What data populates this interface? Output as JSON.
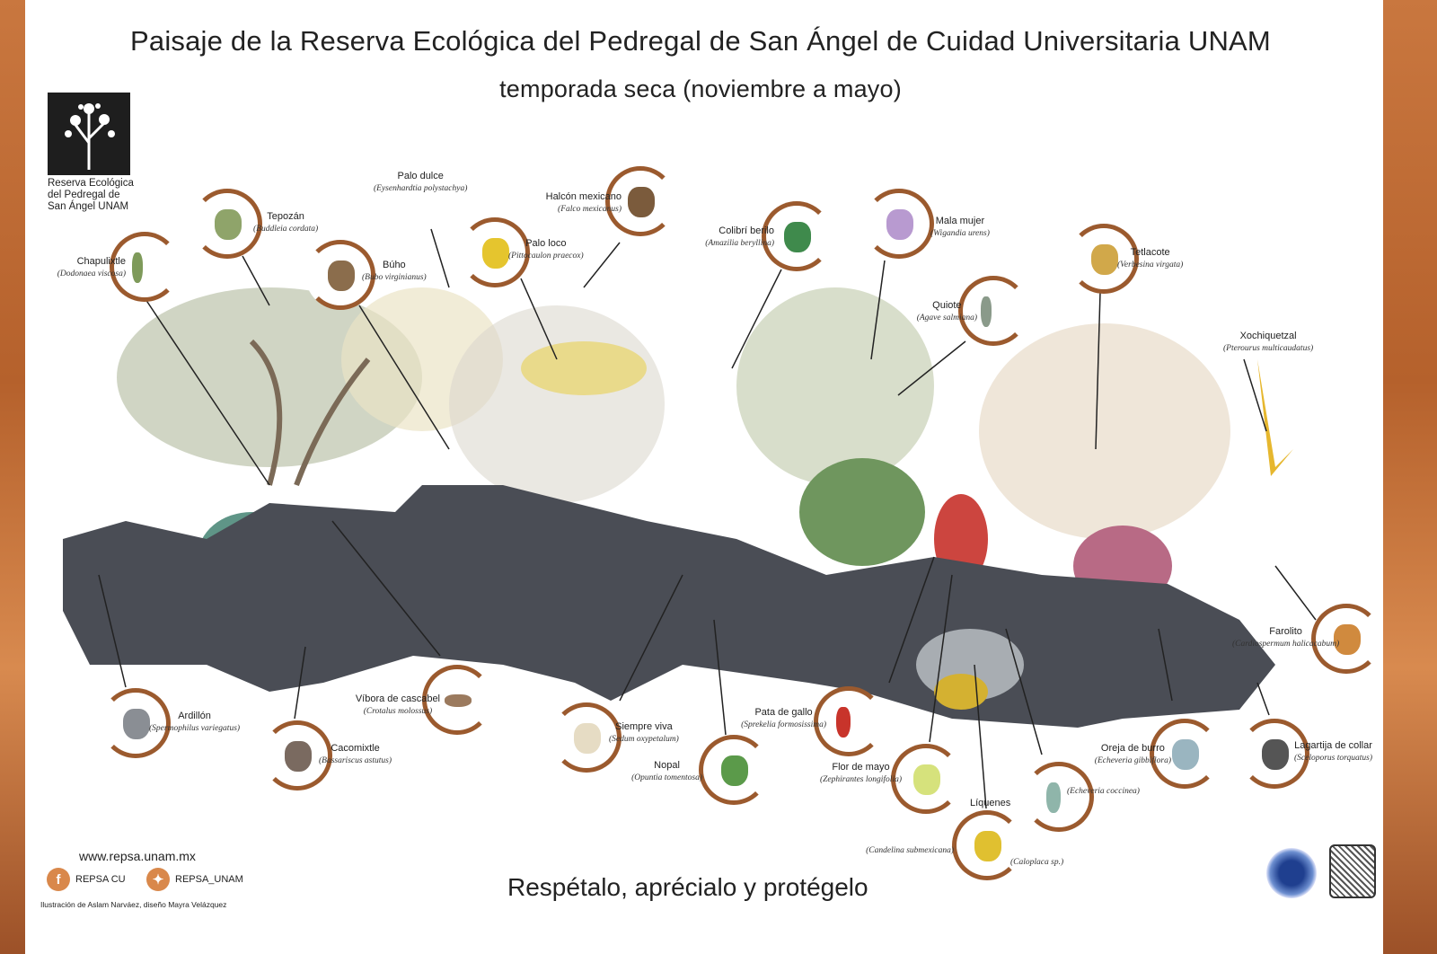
{
  "title": "Paisaje de la Reserva Ecológica del Pedregal de San Ángel de Cuidad Universitaria UNAM",
  "subtitle": "temporada seca (noviembre a mayo)",
  "logo_text": [
    "Reserva Ecológica",
    "del Pedregal de",
    "San Ángel UNAM"
  ],
  "species": [
    {
      "common": "Chapulixtle",
      "scientific": "(Dodonaea viscosa)"
    },
    {
      "common": "Tepozán",
      "scientific": "(Buddleia cordata)"
    },
    {
      "common": "Búho",
      "scientific": "(Bubo virginianus)"
    },
    {
      "common": "Palo dulce",
      "scientific": "(Eysenhardtia polystachya)"
    },
    {
      "common": "Palo loco",
      "scientific": "(Pittocaulon praecox)"
    },
    {
      "common": "Halcón mexicano",
      "scientific": "(Falco mexicanus)"
    },
    {
      "common": "Colibrí berilo",
      "scientific": "(Amazilia beryllina)"
    },
    {
      "common": "Mala mujer",
      "scientific": "(Wigandia urens)"
    },
    {
      "common": "Quiote",
      "scientific": "(Agave salmiana)"
    },
    {
      "common": "Tetlacote",
      "scientific": "(Verbesina virgata)"
    },
    {
      "common": "Xochiquetzal",
      "scientific": "(Pterourus multicaudatus)"
    },
    {
      "common": "Farolito",
      "scientific": "(Cardiospermum halicacabum)"
    },
    {
      "common": "Ardillón",
      "scientific": "(Spermophilus variegatus)"
    },
    {
      "common": "Cacomixtle",
      "scientific": "(Bassariscus astutus)"
    },
    {
      "common": "Víbora de cascabel",
      "scientific": "(Crotalus molossus)"
    },
    {
      "common": "Siempre viva",
      "scientific": "(Sedum oxypetalum)"
    },
    {
      "common": "Nopal",
      "scientific": "(Opuntia tomentosa)"
    },
    {
      "common": "Pata de gallo",
      "scientific": "(Sprekelia formosissima)"
    },
    {
      "common": "Flor de mayo",
      "scientific": "(Zephirantes longifolia)"
    },
    {
      "common": "Líquenes",
      "scientific": "(Candelina submexicana)",
      "scientific2": "(Caloplaca sp.)"
    },
    {
      "common": "",
      "scientific": "(Echeveria coccinea)"
    },
    {
      "common": "Oreja de burro",
      "scientific": "(Echeveria gibbiflora)"
    },
    {
      "common": "Lagartija de collar",
      "scientific": "(Sceloporus torquatus)"
    }
  ],
  "footer": {
    "url": "www.repsa.unam.mx",
    "facebook": "REPSA CU",
    "twitter": "REPSA_UNAM",
    "credits": "Ilustración de Aslam Narváez, diseño Mayra Velázquez",
    "slogan": "Respétalo, aprécialo y protégelo"
  },
  "colors": {
    "ring": "#9b5a2e",
    "border": "#c9773f",
    "rock": "#4a4d55",
    "accent": "#d9884b"
  }
}
